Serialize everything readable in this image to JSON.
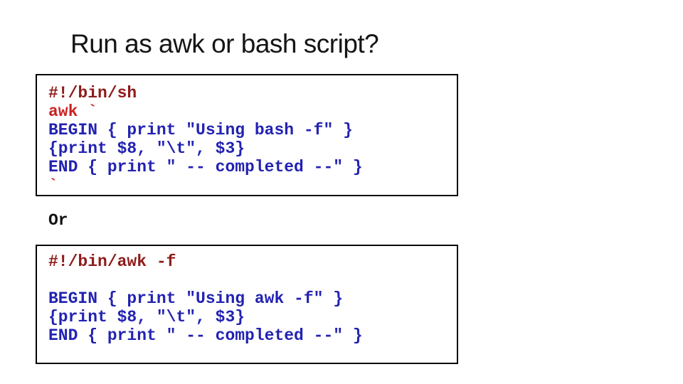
{
  "slide": {
    "title": "Run as awk or bash script?",
    "or_label": "Or"
  },
  "colors": {
    "shebang_dark_red": "#8e1b1b",
    "command_red": "#cc2222",
    "code_blue": "#2222b2",
    "text_black": "#111111",
    "box_border": "#000000",
    "background": "#ffffff"
  },
  "code_boxes": [
    {
      "name": "sh-wrapper-script",
      "lines": [
        {
          "text": "#!/bin/sh",
          "color": "shebang_dark_red"
        },
        {
          "text": "awk `",
          "color": "command_red"
        },
        {
          "text": "BEGIN { print \"Using bash -f\" }",
          "color": "code_blue"
        },
        {
          "text": "{print $8, \"\\t\", $3}",
          "color": "code_blue"
        },
        {
          "text": "END { print \" -- completed --\" }",
          "color": "code_blue"
        },
        {
          "text": "`",
          "color": "command_red"
        }
      ]
    },
    {
      "name": "awk-script",
      "lines": [
        {
          "text": "#!/bin/awk -f",
          "color": "shebang_dark_red"
        },
        {
          "text": "",
          "color": "code_blue"
        },
        {
          "text": "BEGIN { print \"Using awk -f\" }",
          "color": "code_blue"
        },
        {
          "text": "{print $8, \"\\t\", $3}",
          "color": "code_blue"
        },
        {
          "text": "END { print \" -- completed --\" }",
          "color": "code_blue"
        }
      ]
    }
  ]
}
